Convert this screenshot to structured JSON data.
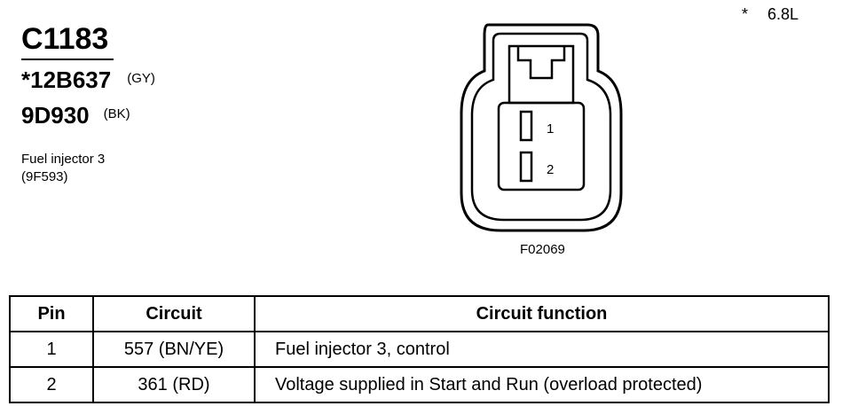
{
  "connector": {
    "id": "C1183",
    "parts": [
      {
        "number": "*12B637",
        "color": "(GY)"
      },
      {
        "number": "9D930",
        "color": "(BK)"
      }
    ],
    "description_line1": "Fuel injector 3",
    "description_line2": "(9F593)"
  },
  "engine_note": {
    "marker": "*",
    "text": "6.8L"
  },
  "diagram": {
    "pin_labels": [
      "1",
      "2"
    ],
    "figure_id": "F02069"
  },
  "table": {
    "headers": [
      "Pin",
      "Circuit",
      "Circuit function"
    ],
    "rows": [
      {
        "pin": "1",
        "circuit": "557 (BN/YE)",
        "function": "Fuel injector 3, control"
      },
      {
        "pin": "2",
        "circuit": "361 (RD)",
        "function": "Voltage supplied in Start and Run (overload protected)"
      }
    ]
  }
}
